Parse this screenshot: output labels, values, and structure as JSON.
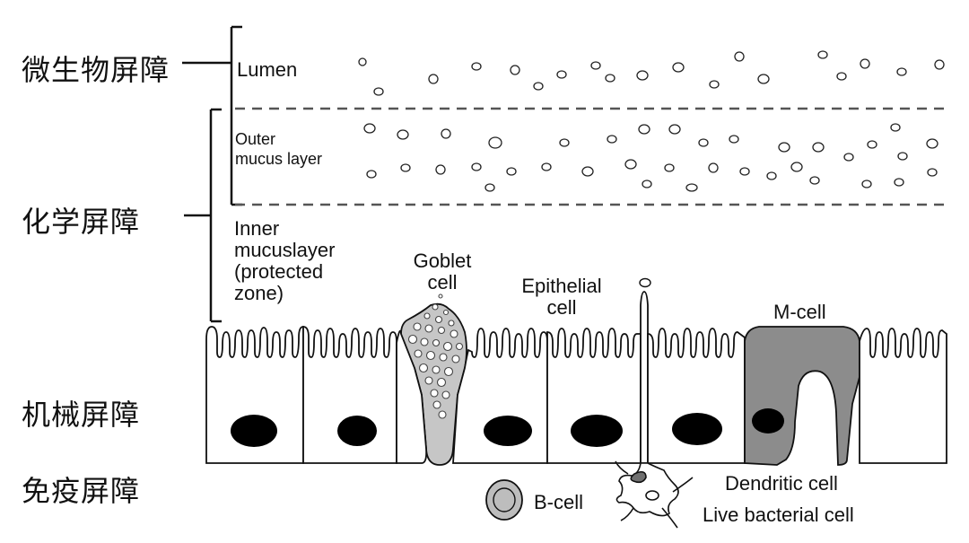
{
  "barriers": {
    "microbial": "微生物屏障",
    "chemical": "化学屏障",
    "mechanical": "机械屏障",
    "immune": "免疫屏障"
  },
  "labels": {
    "lumen": "Lumen",
    "outer_mucus_1": "Outer",
    "outer_mucus_2": "mucus layer",
    "inner_mucus_1": "Inner",
    "inner_mucus_2": "mucuslayer",
    "inner_mucus_3": "(protected",
    "inner_mucus_4": "zone)",
    "goblet_1": "Goblet",
    "goblet_2": "cell",
    "epithelial_1": "Epithelial",
    "epithelial_2": "cell",
    "mcell": "M-cell",
    "bcell": "B-cell",
    "dendritic": "Dendritic cell",
    "live_bacterial": "Live bacterial cell"
  },
  "colors": {
    "outline": "#111111",
    "goblet_fill": "#c6c6c6",
    "mcell_fill": "#8c8c8c",
    "nucleus": "#000000",
    "background": "#ffffff"
  }
}
